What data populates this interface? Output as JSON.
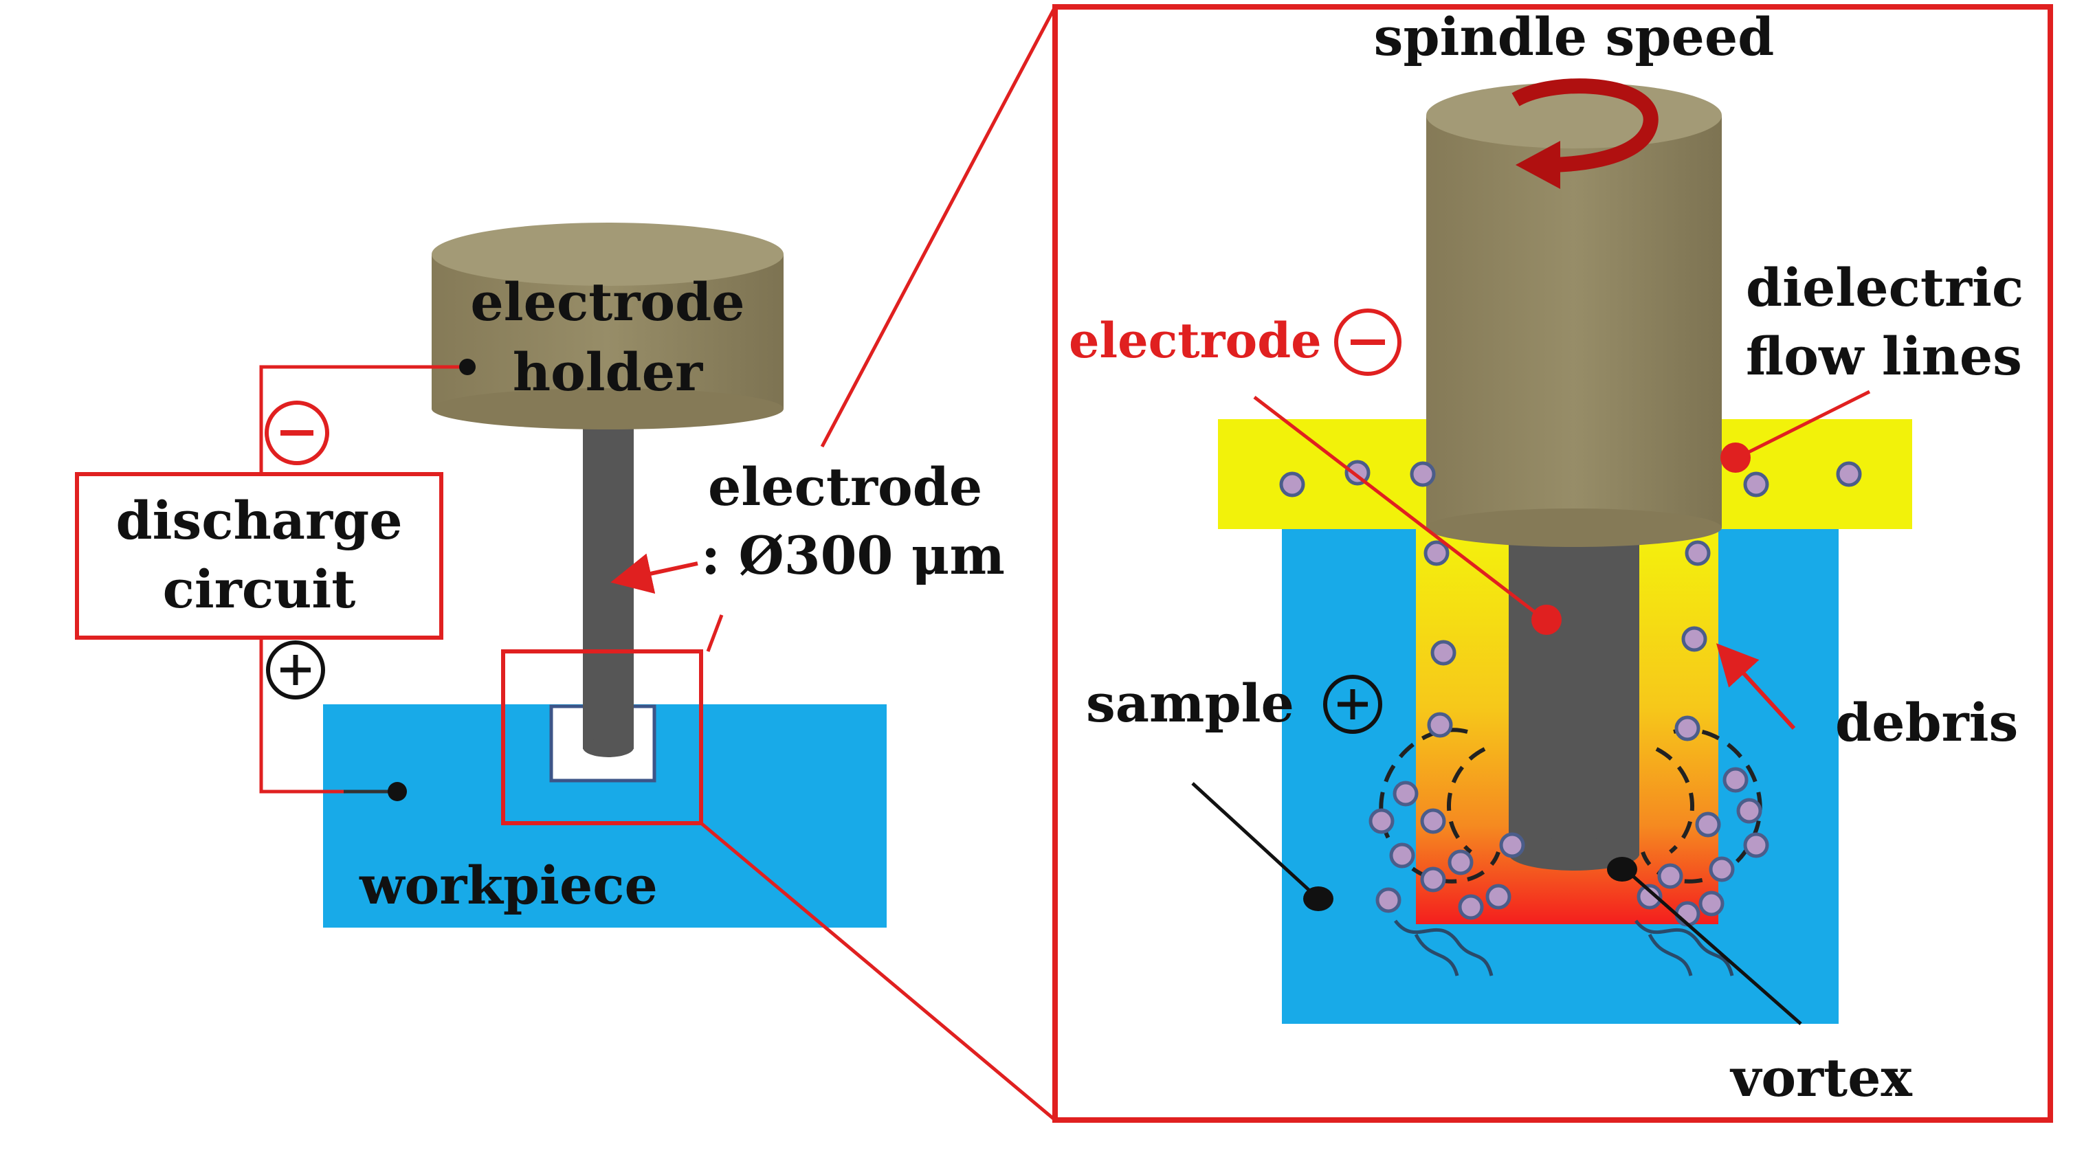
{
  "labels": {
    "holder_line1": "electrode",
    "holder_line2": "holder",
    "circuit_line1": "discharge",
    "circuit_line2": "circuit",
    "electrode_line1": "electrode",
    "electrode_line2": ": Ø300 μm",
    "workpiece": "workpiece",
    "spindle": "spindle speed",
    "electrode_zoom": "electrode",
    "dielectric_line1": "dielectric",
    "dielectric_line2": "flow lines",
    "sample": "sample",
    "debris": "debris",
    "vortex": "vortex",
    "minus": "−",
    "plus": "+"
  },
  "colors": {
    "red": "#e02020",
    "holder_fill": "#8c8260",
    "holder_top": "#a39a76",
    "electrode_fill": "#565656",
    "workpiece_blue": "#18aae8",
    "yellow": "#f2f20a",
    "dark_red_arrow": "#b01010",
    "particle_fill": "#b89ac6",
    "particle_stroke": "#4b5d8a"
  },
  "icons": {
    "spindle_rotation": "curved-arrow-icon",
    "particles": "debris-particle-icon"
  }
}
